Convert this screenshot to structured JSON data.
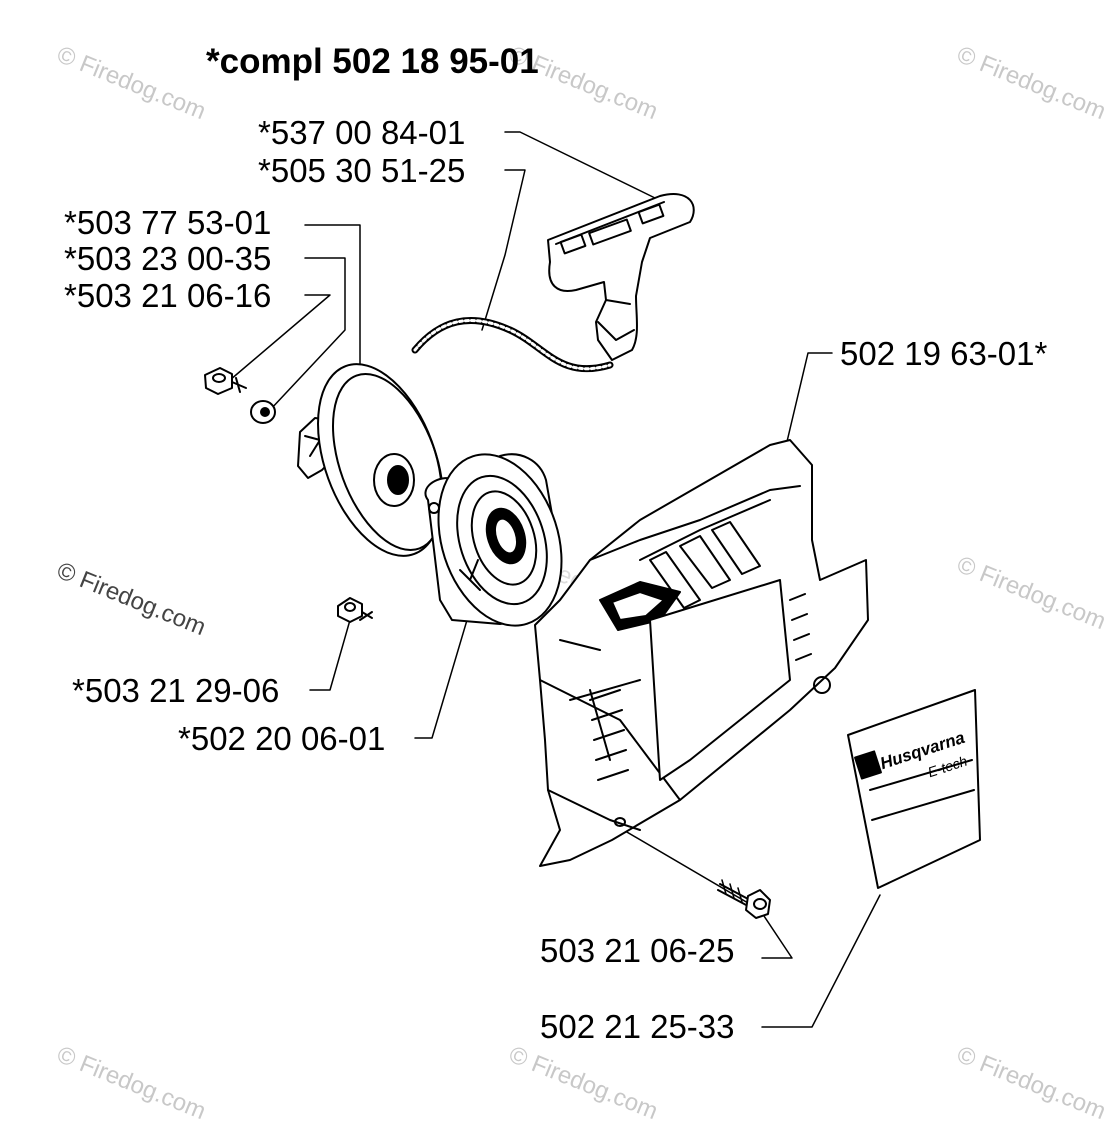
{
  "title": "*compl 502 18 95-01",
  "labels": {
    "p53700840": "*537 00 84-01",
    "p50530512": "*505 30 51-25",
    "p50377530": "*503 77 53-01",
    "p50323003": "*503 23 00-35",
    "p50321061": "*503 21 06-16",
    "p50219630": "502 19 63-01*",
    "p50321290": "*503 21 29-06",
    "p50220060": "*502 20 06-01",
    "p50321062": "503 21 06-25",
    "p50221253": "502 21 25-33"
  },
  "decal": {
    "brand": "Husqvarna",
    "model": "E-tech"
  },
  "watermark": {
    "text": "© Firedog.com"
  }
}
